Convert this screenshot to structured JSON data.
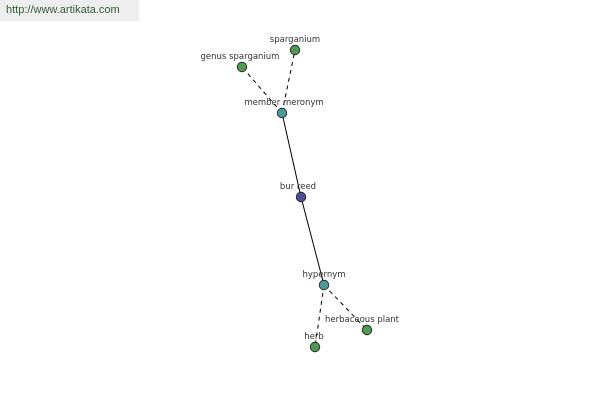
{
  "source_url": "http://www.artikata.com",
  "colors": {
    "leaf_node": "#4f9a4f",
    "relation_node": "#4a9a9a",
    "center_node": "#4a4f9a",
    "edge": "#000000",
    "banner_text": "#2f5f2f"
  },
  "nodes": {
    "sparganium": {
      "label": "sparganium",
      "kind": "leaf"
    },
    "genus_sparganium": {
      "label": "genus sparganium",
      "kind": "leaf"
    },
    "member_meronym": {
      "label": "member meronym",
      "kind": "relation"
    },
    "bur_reed": {
      "label": "bur reed",
      "kind": "center"
    },
    "hypernym": {
      "label": "hypernym",
      "kind": "relation"
    },
    "herbaceous_plant": {
      "label": "herbaceous plant",
      "kind": "leaf"
    },
    "herb": {
      "label": "herb",
      "kind": "leaf"
    }
  },
  "edges": [
    {
      "from": "bur_reed",
      "to": "member_meronym",
      "style": "solid"
    },
    {
      "from": "bur_reed",
      "to": "hypernym",
      "style": "solid"
    },
    {
      "from": "member_meronym",
      "to": "sparganium",
      "style": "dashed"
    },
    {
      "from": "member_meronym",
      "to": "genus_sparganium",
      "style": "dashed"
    },
    {
      "from": "hypernym",
      "to": "herbaceous_plant",
      "style": "dashed"
    },
    {
      "from": "hypernym",
      "to": "herb",
      "style": "dashed"
    }
  ]
}
